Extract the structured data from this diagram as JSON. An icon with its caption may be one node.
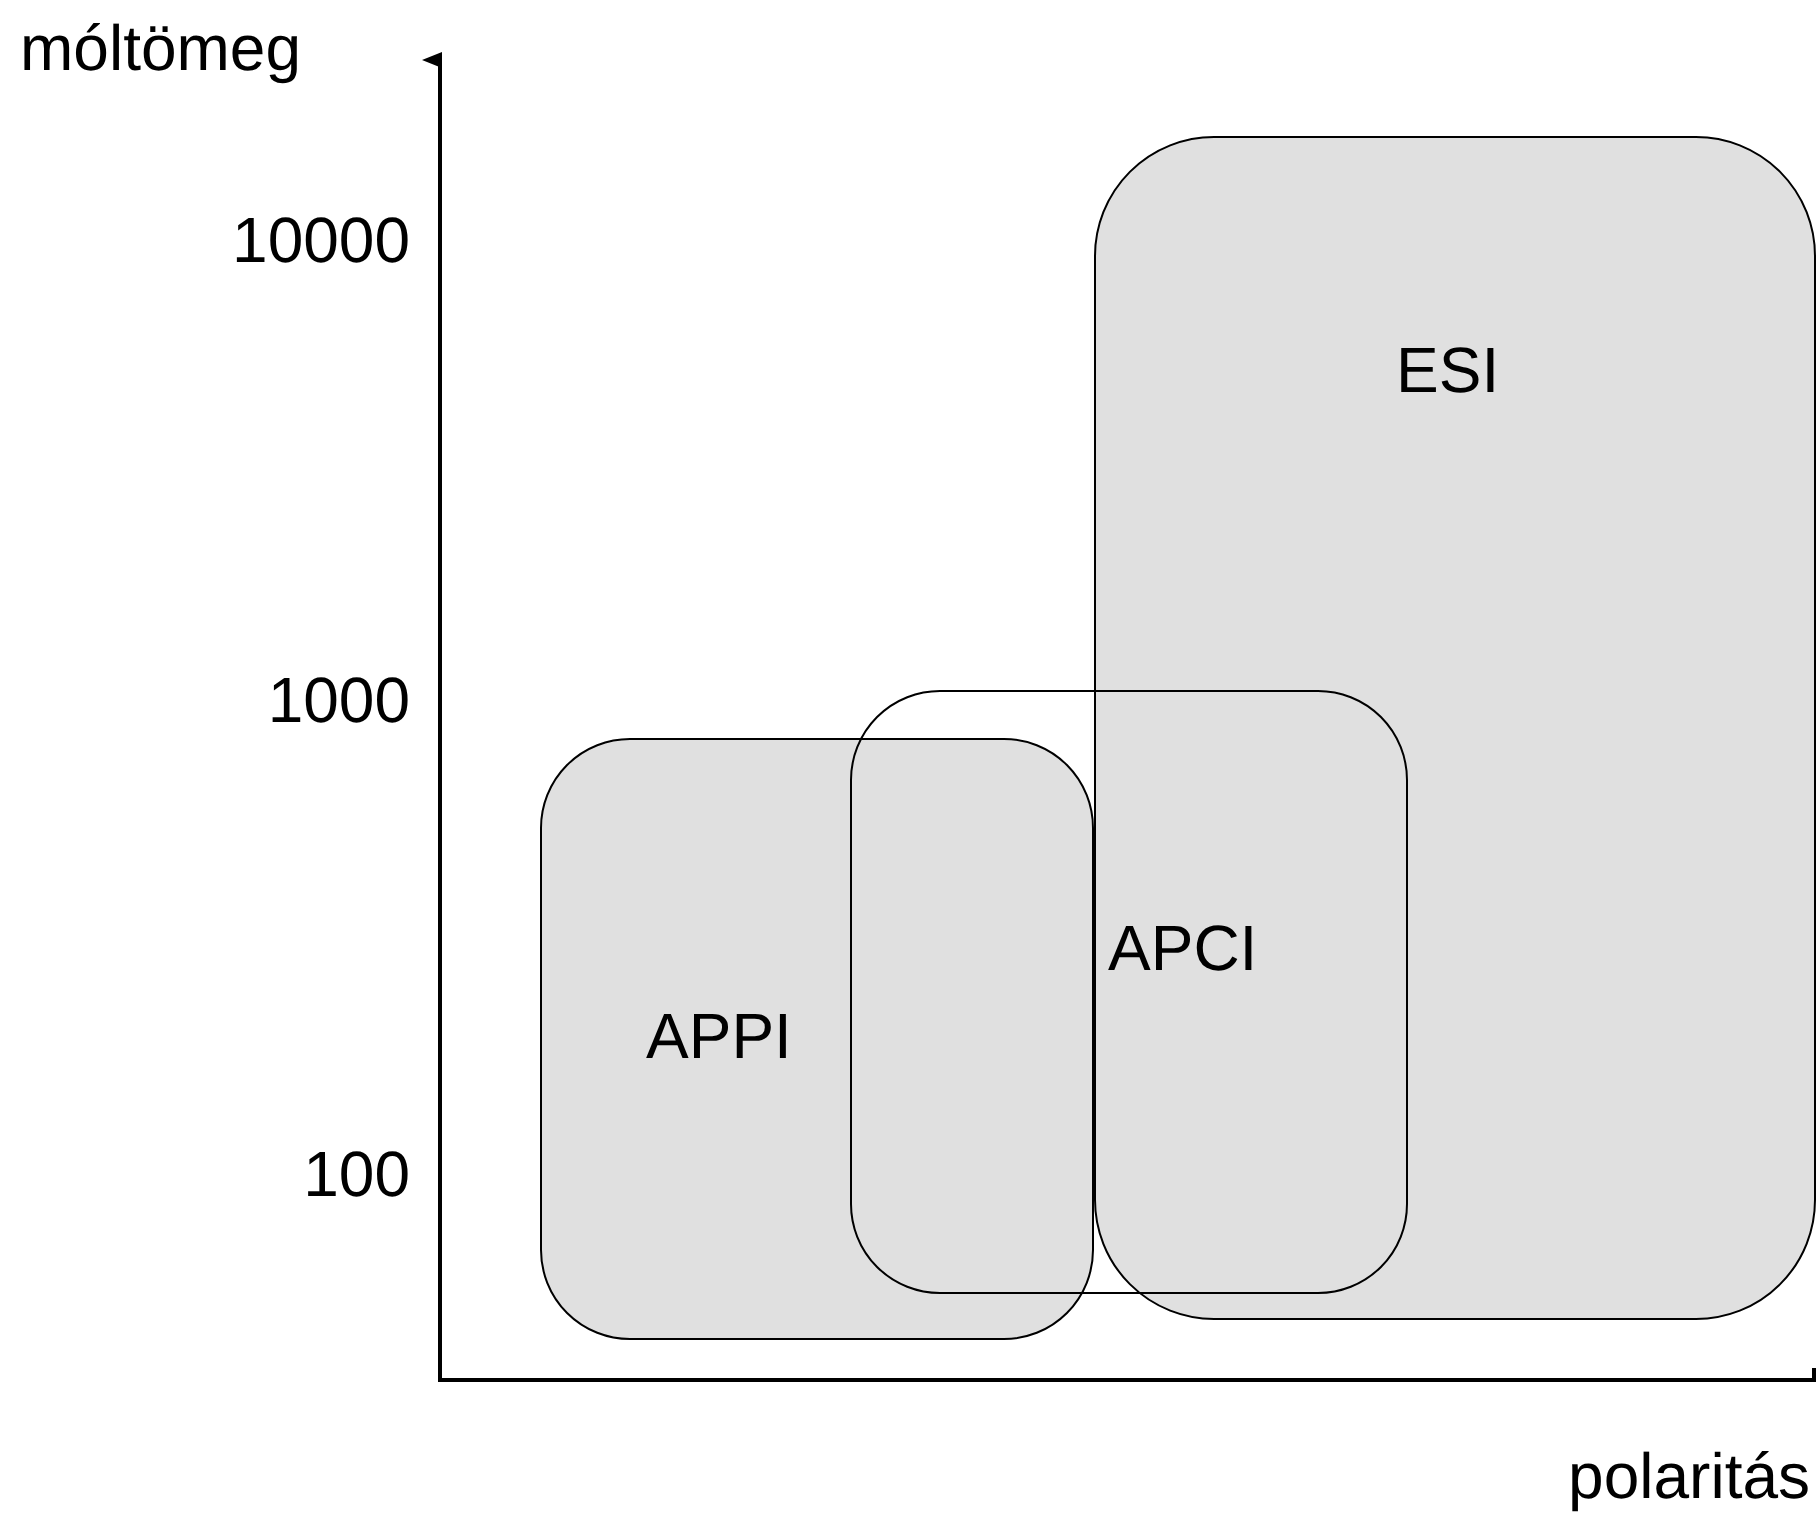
{
  "diagram": {
    "nodes": [
      {
        "text": [
          "ESI"
        ]
      },
      {
        "text": [
          "APCI"
        ]
      },
      {
        "text": [
          "APPI"
        ]
      }
    ],
    "labels": [
      "móltömeg",
      "10000",
      "1000",
      "100",
      "polaritás"
    ]
  }
}
